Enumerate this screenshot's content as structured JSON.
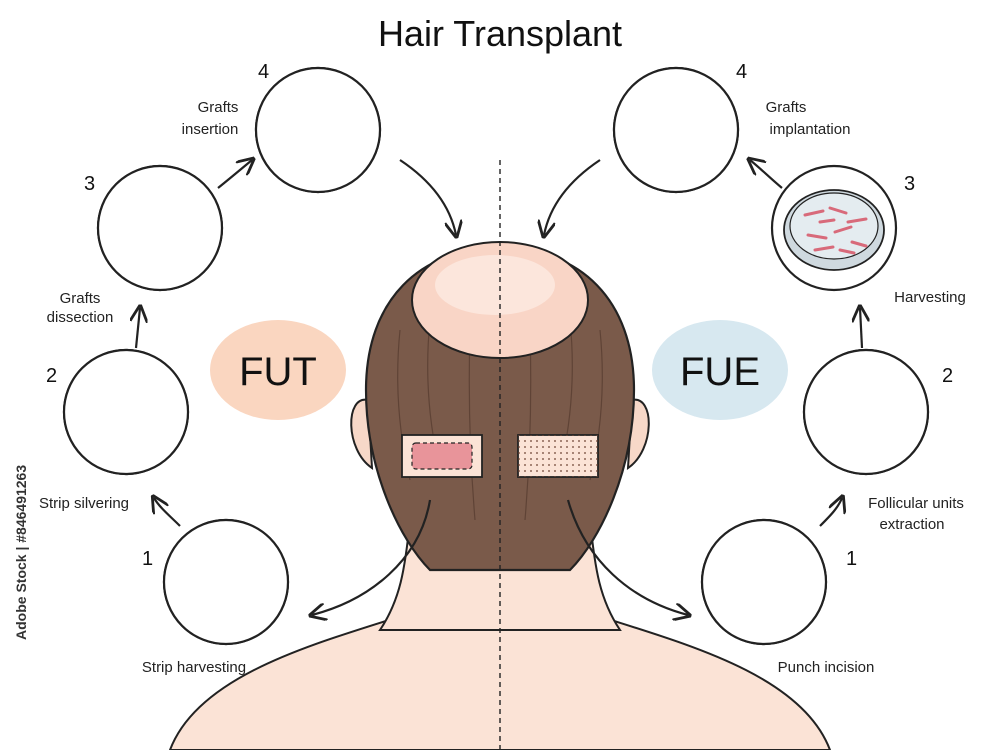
{
  "title": "Hair Transplant",
  "methods": {
    "left": {
      "name": "FUT",
      "color": "#fad6c0"
    },
    "right": {
      "name": "FUE",
      "color": "#d7e8f0"
    }
  },
  "fut_steps": [
    {
      "number": "1",
      "label": "Strip harvesting"
    },
    {
      "number": "2",
      "label": "Strip silvering"
    },
    {
      "number": "3",
      "label_line1": "Grafts",
      "label_line2": "dissection"
    },
    {
      "number": "4",
      "label_line1": "Grafts",
      "label_line2": "insertion"
    }
  ],
  "fue_steps": [
    {
      "number": "1",
      "label": "Punch incision"
    },
    {
      "number": "2",
      "label_line1": "Follicular units",
      "label_line2": "extraction"
    },
    {
      "number": "3",
      "label": "Harvesting"
    },
    {
      "number": "4",
      "label_line1": "Grafts",
      "label_line2": "implantation"
    }
  ],
  "vertical_text": "Adobe Stock | #846491263",
  "colors": {
    "hair": "#7a5a4a",
    "skin": "#fbe3d6",
    "bald": "#f9d5c6",
    "pink": "#e8949a"
  }
}
